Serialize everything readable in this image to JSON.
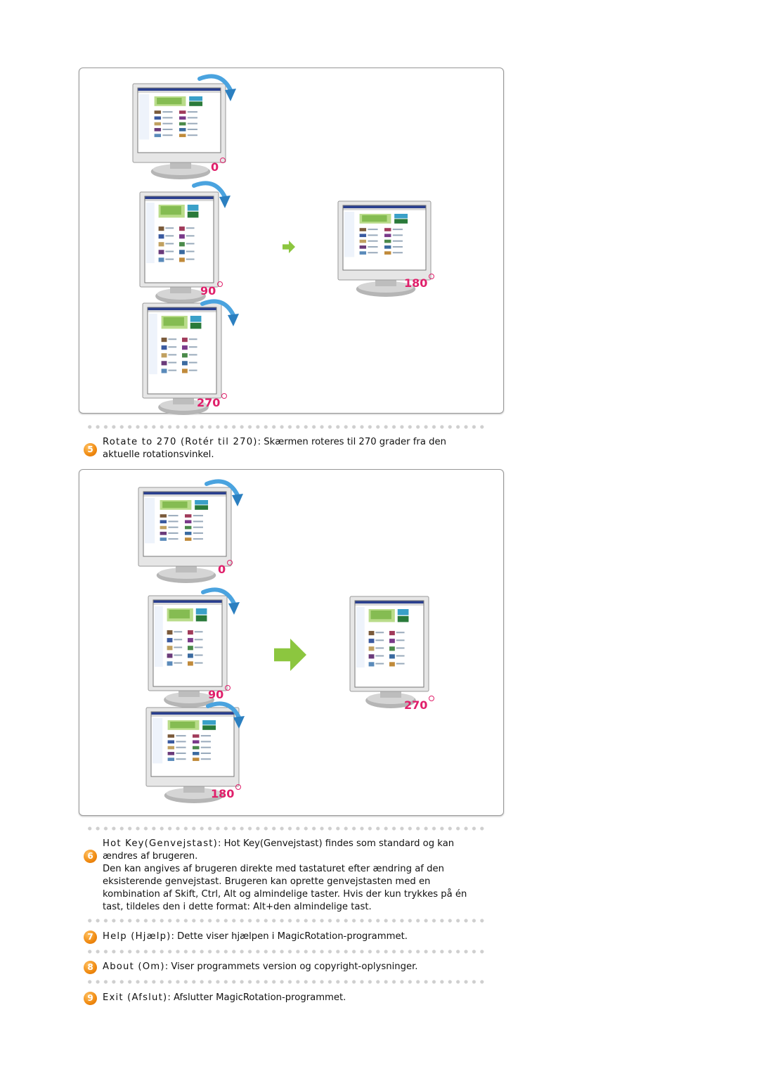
{
  "panels": [
    {
      "monitors": [
        {
          "angle_label": "0",
          "orientation": "landscape"
        },
        {
          "angle_label": "90",
          "orientation": "portrait"
        },
        {
          "angle_label": "270",
          "orientation": "portrait"
        },
        {
          "angle_label": "180",
          "orientation": "landscape"
        }
      ],
      "arrow_icon": "small-green-arrow-right-icon"
    },
    {
      "monitors": [
        {
          "angle_label": "0",
          "orientation": "landscape"
        },
        {
          "angle_label": "90",
          "orientation": "portrait"
        },
        {
          "angle_label": "180",
          "orientation": "landscape"
        },
        {
          "angle_label": "270",
          "orientation": "portrait"
        }
      ],
      "arrow_icon": "large-green-arrow-right-icon"
    }
  ],
  "items": [
    {
      "number": "5",
      "term": "Rotate to 270 (Rotér til 270)",
      "separator": ": ",
      "text": "Skærmen roteres til 270 grader fra den aktuelle rotationsvinkel."
    },
    {
      "number": "6",
      "term": "Hot Key(Genvejstast)",
      "separator": ": ",
      "text": "Hot Key(Genvejstast) findes som standard og kan ændres af brugeren.",
      "text2": "Den kan angives af brugeren direkte med tastaturet efter ændring af den eksisterende genvejstast. Brugeren kan oprette genvejstasten med en kombination af Skift, Ctrl, Alt og almindelige taster. Hvis der kun trykkes på én tast, tildeles den i dette format: Alt+den almindelige tast."
    },
    {
      "number": "7",
      "term": "Help (Hjælp)",
      "separator": ": ",
      "text": "Dette viser hjælpen i MagicRotation-programmet."
    },
    {
      "number": "8",
      "term": "About (Om)",
      "separator": ": ",
      "text": "Viser programmets version og copyright-oplysninger."
    },
    {
      "number": "9",
      "term": "Exit (Afslut)",
      "separator": ": ",
      "text": "Afslutter MagicRotation-programmet."
    }
  ],
  "colors": {
    "accent_orange": "#f08a10",
    "degree_pink": "#e0206b",
    "arrow_green": "#8cc63f",
    "rotate_blue": "#4aa3df"
  }
}
